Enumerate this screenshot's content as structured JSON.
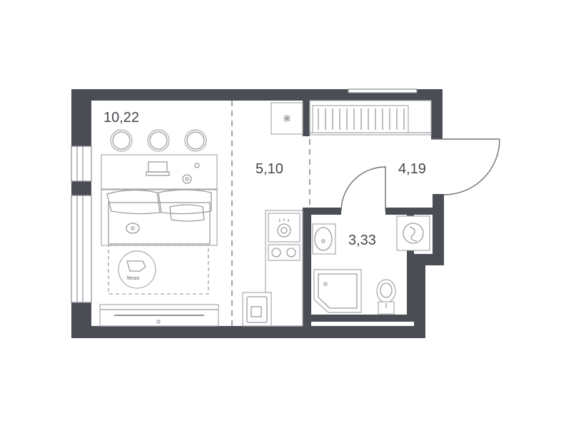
{
  "plan": {
    "rooms": [
      {
        "id": "living-room",
        "area": "10,22"
      },
      {
        "id": "kitchen",
        "area": "5,10"
      },
      {
        "id": "hallway",
        "area": "4,19"
      },
      {
        "id": "bathroom",
        "area": "3,33"
      }
    ],
    "rug_logo_text": "fenzo"
  },
  "colors": {
    "wall": "#4a4d54",
    "label": "#45474d",
    "furniture_line": "#a7a9ad"
  }
}
